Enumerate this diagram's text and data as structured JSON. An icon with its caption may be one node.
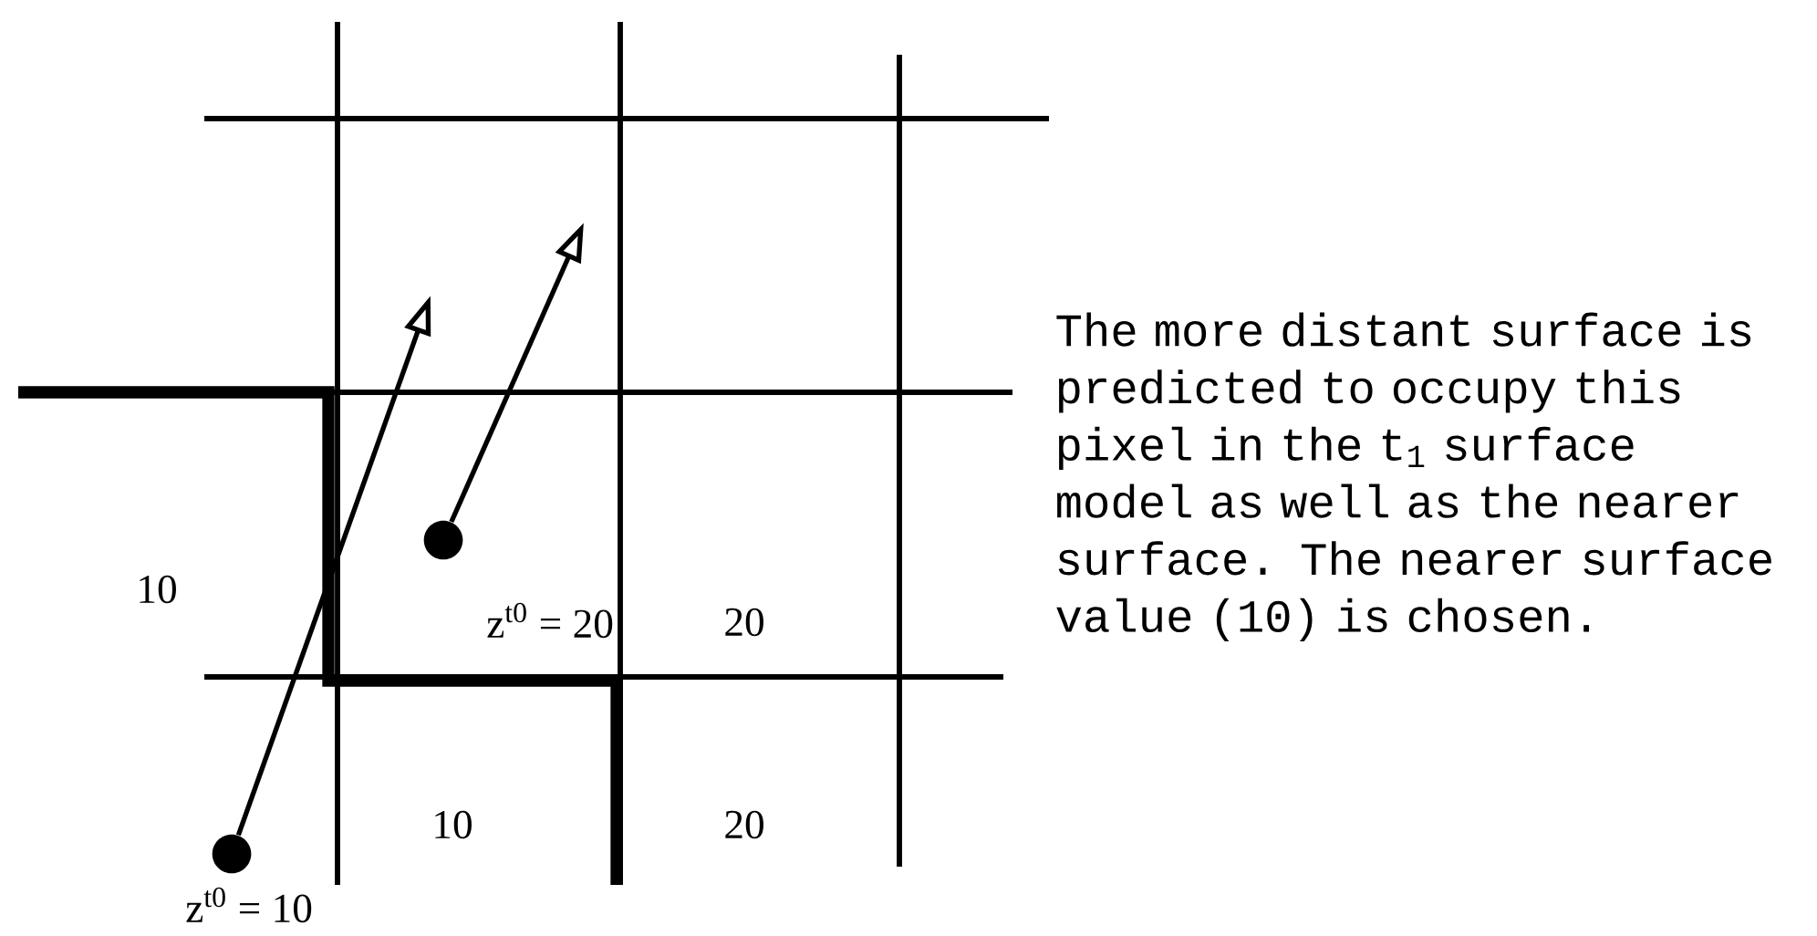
{
  "diagram": {
    "nodes": [
      {
        "text": [],
        "shape": "circle",
        "beside": [
          "z$^{t0}$ = 10"
        ]
      },
      {
        "text": [],
        "shape": "circle",
        "beside": [
          "z$^{t0}$ = 20"
        ]
      }
    ],
    "edges": [
      {
        "from": 0,
        "to": null,
        "arrow": "to"
      },
      {
        "from": 1,
        "to": null,
        "arrow": "to"
      }
    ],
    "labels": [
      "The more distant surface is predicted to occupy this pixel in the t$_{1}$ surface model as well as the nearer surface. The nearer surface value (10) is chosen.",
      "10",
      "20",
      "10",
      "20"
    ]
  }
}
